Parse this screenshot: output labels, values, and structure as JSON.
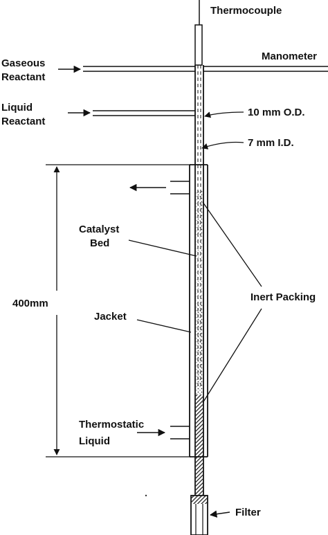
{
  "labels": {
    "thermocouple": "Thermocouple",
    "manometer": "Manometer",
    "gaseous_line1": "Gaseous",
    "gaseous_line2": "Reactant",
    "liquid_line1": "Liquid",
    "liquid_line2": "Reactant",
    "outer_diameter": "10 mm O.D.",
    "inner_diameter": "7 mm I.D.",
    "catalyst_line1": "Catalyst",
    "catalyst_line2": "Bed",
    "length": "400mm",
    "inert_packing": "Inert Packing",
    "jacket": "Jacket",
    "thermostatic_line1": "Thermostatic",
    "thermostatic_line2": "Liquid",
    "filter": "Filter"
  },
  "colors": {
    "ink": "#111111",
    "background": "#ffffff"
  }
}
